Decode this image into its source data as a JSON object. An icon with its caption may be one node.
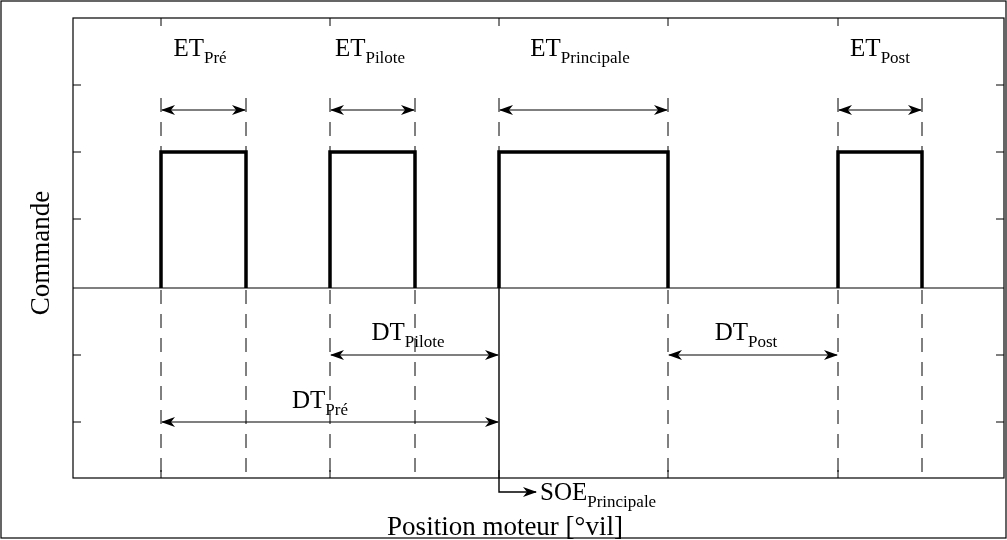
{
  "diagram": {
    "labels": [
      "ET$_{Pré}$",
      "ET$_{Pilote}$",
      "ET$_{Principale}$",
      "ET$_{Post}$",
      "Commande",
      "DT$_{Pilote}$",
      "DT$_{Post}$",
      "DT$_{Pré}$",
      "SOE$_{Principale}$",
      "Position moteur [°vil]"
    ]
  }
}
